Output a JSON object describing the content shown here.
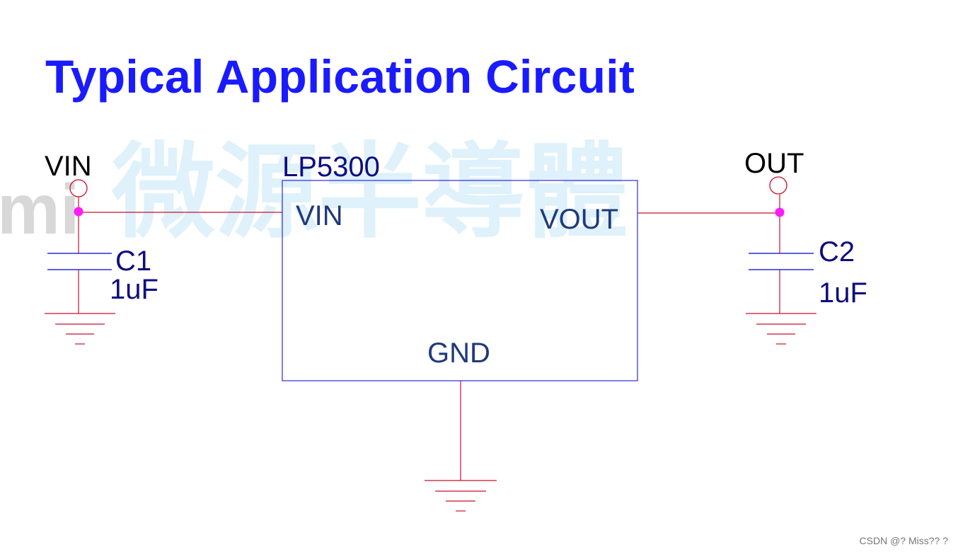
{
  "title": "Typical Application Circuit",
  "watermark": {
    "text": "微源半導體",
    "side_text": "mi"
  },
  "labels": {
    "vin_terminal": "VIN",
    "out_terminal": "OUT",
    "chip_name": "LP5300",
    "pin_vin": "VIN",
    "pin_vout": "VOUT",
    "pin_gnd": "GND",
    "c1_name": "C1",
    "c1_value": "1uF",
    "c2_name": "C2",
    "c2_value": "1uF"
  },
  "credit": "CSDN @? Miss?? ?",
  "colors": {
    "title": "#1a1aff",
    "wire": "#c8102e",
    "chip_outline": "#2b2bd9",
    "capacitor": "#2b2bd9",
    "junction": "#ff1aff",
    "terminal": "#c8102e",
    "pin_text": "#1f3a7a",
    "component_text": "#0d0d80",
    "terminal_text": "#000000",
    "watermark": "#dff1fb",
    "watermark_side": "#d8d8d8"
  }
}
